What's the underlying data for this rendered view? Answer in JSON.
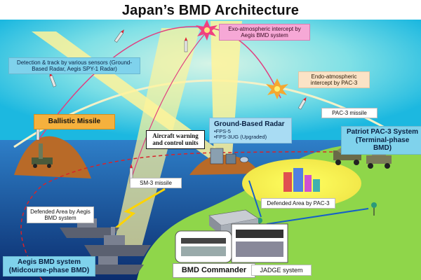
{
  "title": "Japan’s BMD Architecture",
  "labels": {
    "exo": "Exo-atmospheric intercept by Aegis BMD system",
    "detection": "Detection & track by various sensors (Ground-Based Radar, Aegis SPY-1 Radar)",
    "endo": "Endo-atmospheric intercept by PAC-3",
    "pac3_missile": "PAC-3 missile",
    "ballistic_missile": "Ballistic Missile",
    "radar_title": "Ground-Based Radar",
    "radar_items": [
      "•FPS-5",
      "•FPS-3UG (Upgraded)"
    ],
    "patriot": "Patriot PAC-3 System (Terminal-phase BMD)",
    "aircraft": "Aircraft warning and control units",
    "sm3": "SM-3 missile",
    "defended_aegis": "Defended Area by Aegis BMD system",
    "defended_pac3": "Defended Area by PAC-3",
    "aegis_system": "Aegis BMD system (Midcourse-phase BMD)",
    "bmd_commander": "BMD Commander",
    "jadge": "JADGE system"
  },
  "colors": {
    "sky": "#22c7e8",
    "sky_light": "#bff0e4",
    "sea": "#0f3f8c",
    "land": "#8fd64a",
    "island": "#b86a28",
    "beam": "#fff39a",
    "trajectory": "#e04080",
    "boundary": "#d8232a",
    "link": "#1560c8"
  },
  "icons": [
    "missile-icon",
    "explosion-icon",
    "radar-icon",
    "ship-icon",
    "patriot-launcher-icon",
    "building-icon",
    "antenna-icon",
    "launcher-icon",
    "control-room-icon"
  ]
}
